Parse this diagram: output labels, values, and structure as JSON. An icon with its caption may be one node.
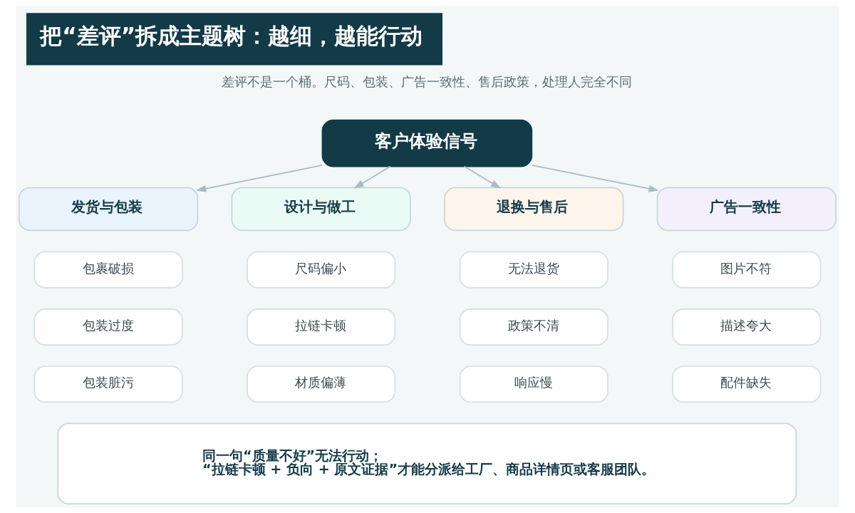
{
  "diagram": {
    "title": "把“差评”拆成主题树：越细，越能行动",
    "nodes": [
      {
        "text": [
          "客户体验信号"
        ]
      },
      {
        "text": [
          "发货与包装"
        ]
      },
      {
        "text": [
          "设计与做工"
        ]
      },
      {
        "text": [
          "退换与售后"
        ]
      },
      {
        "text": [
          "广告一致性"
        ]
      },
      {
        "text": [
          "包裹破损"
        ]
      },
      {
        "text": [
          "尺码偏小"
        ]
      },
      {
        "text": [
          "无法退货"
        ]
      },
      {
        "text": [
          "图片不符"
        ]
      },
      {
        "text": [
          "包装过度"
        ]
      },
      {
        "text": [
          "拉链卡顿"
        ]
      },
      {
        "text": [
          "政策不清"
        ]
      },
      {
        "text": [
          "描述夸大"
        ]
      },
      {
        "text": [
          "包装脏污"
        ]
      },
      {
        "text": [
          "材质偏薄"
        ]
      },
      {
        "text": [
          "响应慢"
        ]
      },
      {
        "text": [
          "配件缺失"
        ]
      },
      {
        "text": [
          "同一句“质量不好”无法行动；",
          "“拉链卡顿 + 负向 + 原文证据”才能分派给工厂、商品详情页或客服团队。"
        ]
      }
    ],
    "edges": [
      {
        "from": 0,
        "to": 1,
        "arrow": "to"
      },
      {
        "from": 0,
        "to": 2,
        "arrow": "to"
      },
      {
        "from": 0,
        "to": 3,
        "arrow": "to"
      },
      {
        "from": 0,
        "to": 4,
        "arrow": "to"
      }
    ],
    "labels": [
      "差评不是一个桶。尺码、包装、广告一致性、售后政策，处理人完全不同"
    ]
  }
}
